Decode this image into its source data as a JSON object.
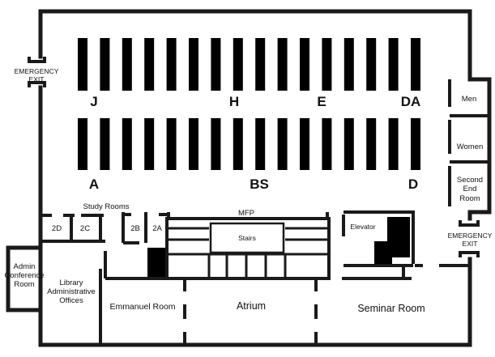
{
  "floor_plan": {
    "emergency_exit_left": [
      "EMERGENCY",
      "EXIT"
    ],
    "emergency_exit_right": [
      "EMERGENCY",
      "EXIT"
    ],
    "aisle_labels_top": [
      "J",
      "H",
      "E",
      "DA"
    ],
    "aisle_labels_bottom": [
      "A",
      "BS",
      "D"
    ],
    "restrooms": {
      "men": "Men",
      "women": "Women",
      "second_end_room": [
        "Second",
        "End",
        "Room"
      ]
    },
    "study_rooms": {
      "heading": "Study Rooms",
      "rooms": [
        "2D",
        "2C",
        "2B",
        "2A"
      ]
    },
    "mfp": "MFP",
    "stairs": "Stairs",
    "elevator": "Elevator",
    "admin_conference_room": [
      "Admin",
      "Conference",
      "Room"
    ],
    "library_admin_offices": [
      "Library",
      "Administrative",
      "Offices"
    ],
    "emmanuel_room": "Emmanuel Room",
    "atrium": "Atrium",
    "seminar_room": "Seminar Room",
    "shelf_rows": {
      "top_row_count": 16,
      "bottom_row_count": 16
    },
    "colors": {
      "wall": "#1a1a1a",
      "shelf": "#000000",
      "background": "#ffffff"
    }
  }
}
